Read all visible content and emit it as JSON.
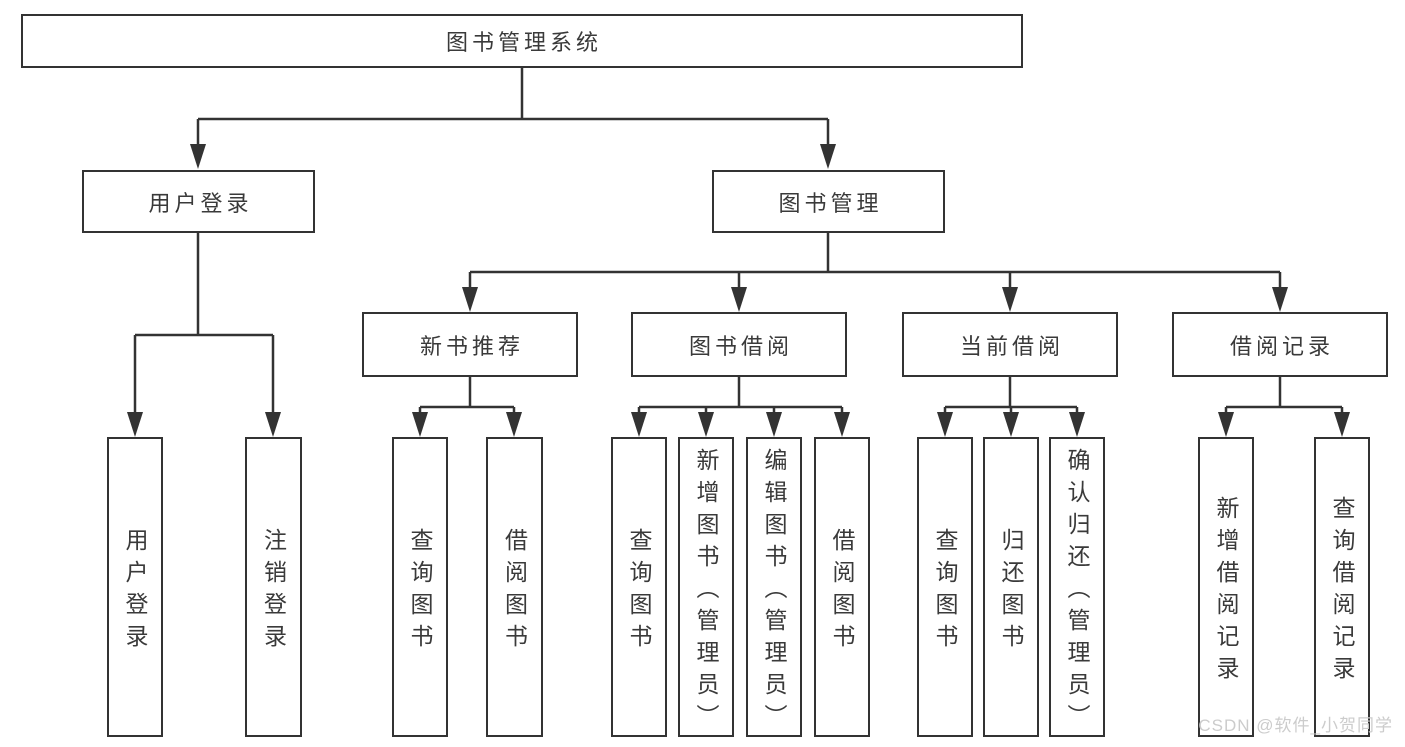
{
  "diagram": {
    "background": "#ffffff",
    "line_color": "#333333",
    "text_color": "#3a3a3a"
  },
  "tree": {
    "label": "图书管理系统",
    "children": [
      {
        "label": "用户登录",
        "children": [
          {
            "label": "用户登录"
          },
          {
            "label": "注销登录"
          }
        ]
      },
      {
        "label": "图书管理",
        "children": [
          {
            "label": "新书推荐",
            "children": [
              {
                "label": "查询图书"
              },
              {
                "label": "借阅图书"
              }
            ]
          },
          {
            "label": "图书借阅",
            "children": [
              {
                "label": "查询图书"
              },
              {
                "label": "新增图书（管理员）"
              },
              {
                "label": "编辑图书（管理员）"
              },
              {
                "label": "借阅图书"
              }
            ]
          },
          {
            "label": "当前借阅",
            "children": [
              {
                "label": "查询图书"
              },
              {
                "label": "归还图书"
              },
              {
                "label": "确认归还（管理员）"
              }
            ]
          },
          {
            "label": "借阅记录",
            "children": [
              {
                "label": "新增借阅记录"
              },
              {
                "label": "查询借阅记录"
              }
            ]
          }
        ]
      }
    ]
  },
  "watermark": {
    "text": "CSDN @软件_小贺同学",
    "color": "#cccccc"
  }
}
